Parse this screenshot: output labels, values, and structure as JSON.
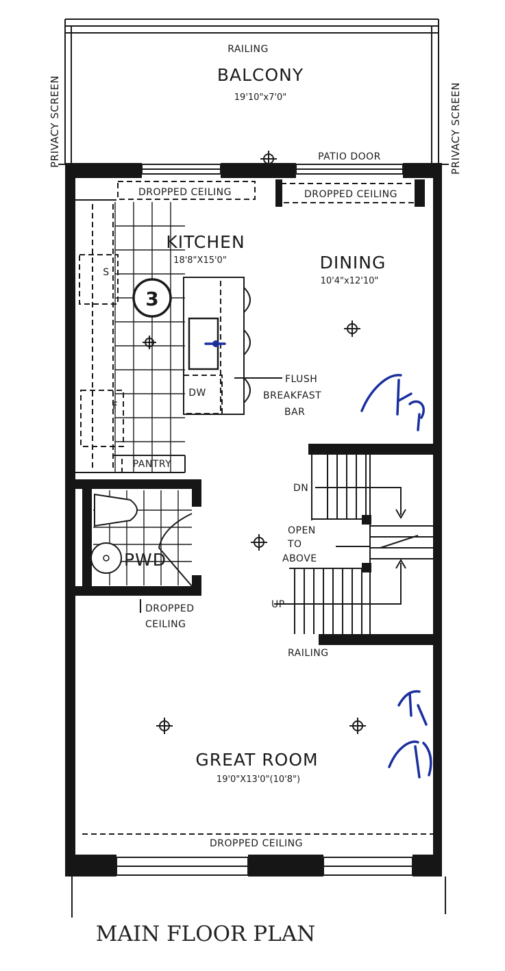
{
  "balcony": {
    "railing": "RAILING",
    "name": "BALCONY",
    "dimensions": "19'10\"x7'0\""
  },
  "privacy_screen_left": "PRIVACY SCREEN",
  "privacy_screen_right": "PRIVACY SCREEN",
  "patio_door": "PATIO DOOR",
  "dropped_ceiling_kitchen": "DROPPED CEILING",
  "dropped_ceiling_dining": "DROPPED CEILING",
  "kitchen": {
    "name": "KITCHEN",
    "dimensions": "18'8\"X15'0\""
  },
  "dining": {
    "name": "DINING",
    "dimensions": "10'4\"x12'10\""
  },
  "sink_label": "S",
  "fridge_label": "F",
  "dishwasher_label": "DW",
  "view_marker": "3",
  "breakfast_bar": {
    "line1": "FLUSH",
    "line2": "BREAKFAST",
    "line3": "BAR"
  },
  "pantry": "PANTRY",
  "powder_room": "PWD",
  "stairs": {
    "down": "DN",
    "up": "UP",
    "open_line1": "OPEN",
    "open_line2": "TO",
    "open_line3": "ABOVE",
    "railing": "RAILING"
  },
  "dropped_ceiling_pwd": {
    "line1": "DROPPED",
    "line2": "CEILING"
  },
  "great_room": {
    "name": "GREAT ROOM",
    "dimensions": "19'0\"X13'0\"(10'8\")"
  },
  "dropped_ceiling_great_room": "DROPPED CEILING",
  "title": "MAIN FLOOR PLAN",
  "colors": {
    "line": "#1a1a1a",
    "handwriting": "#1a2f9e",
    "background": "#ffffff"
  }
}
